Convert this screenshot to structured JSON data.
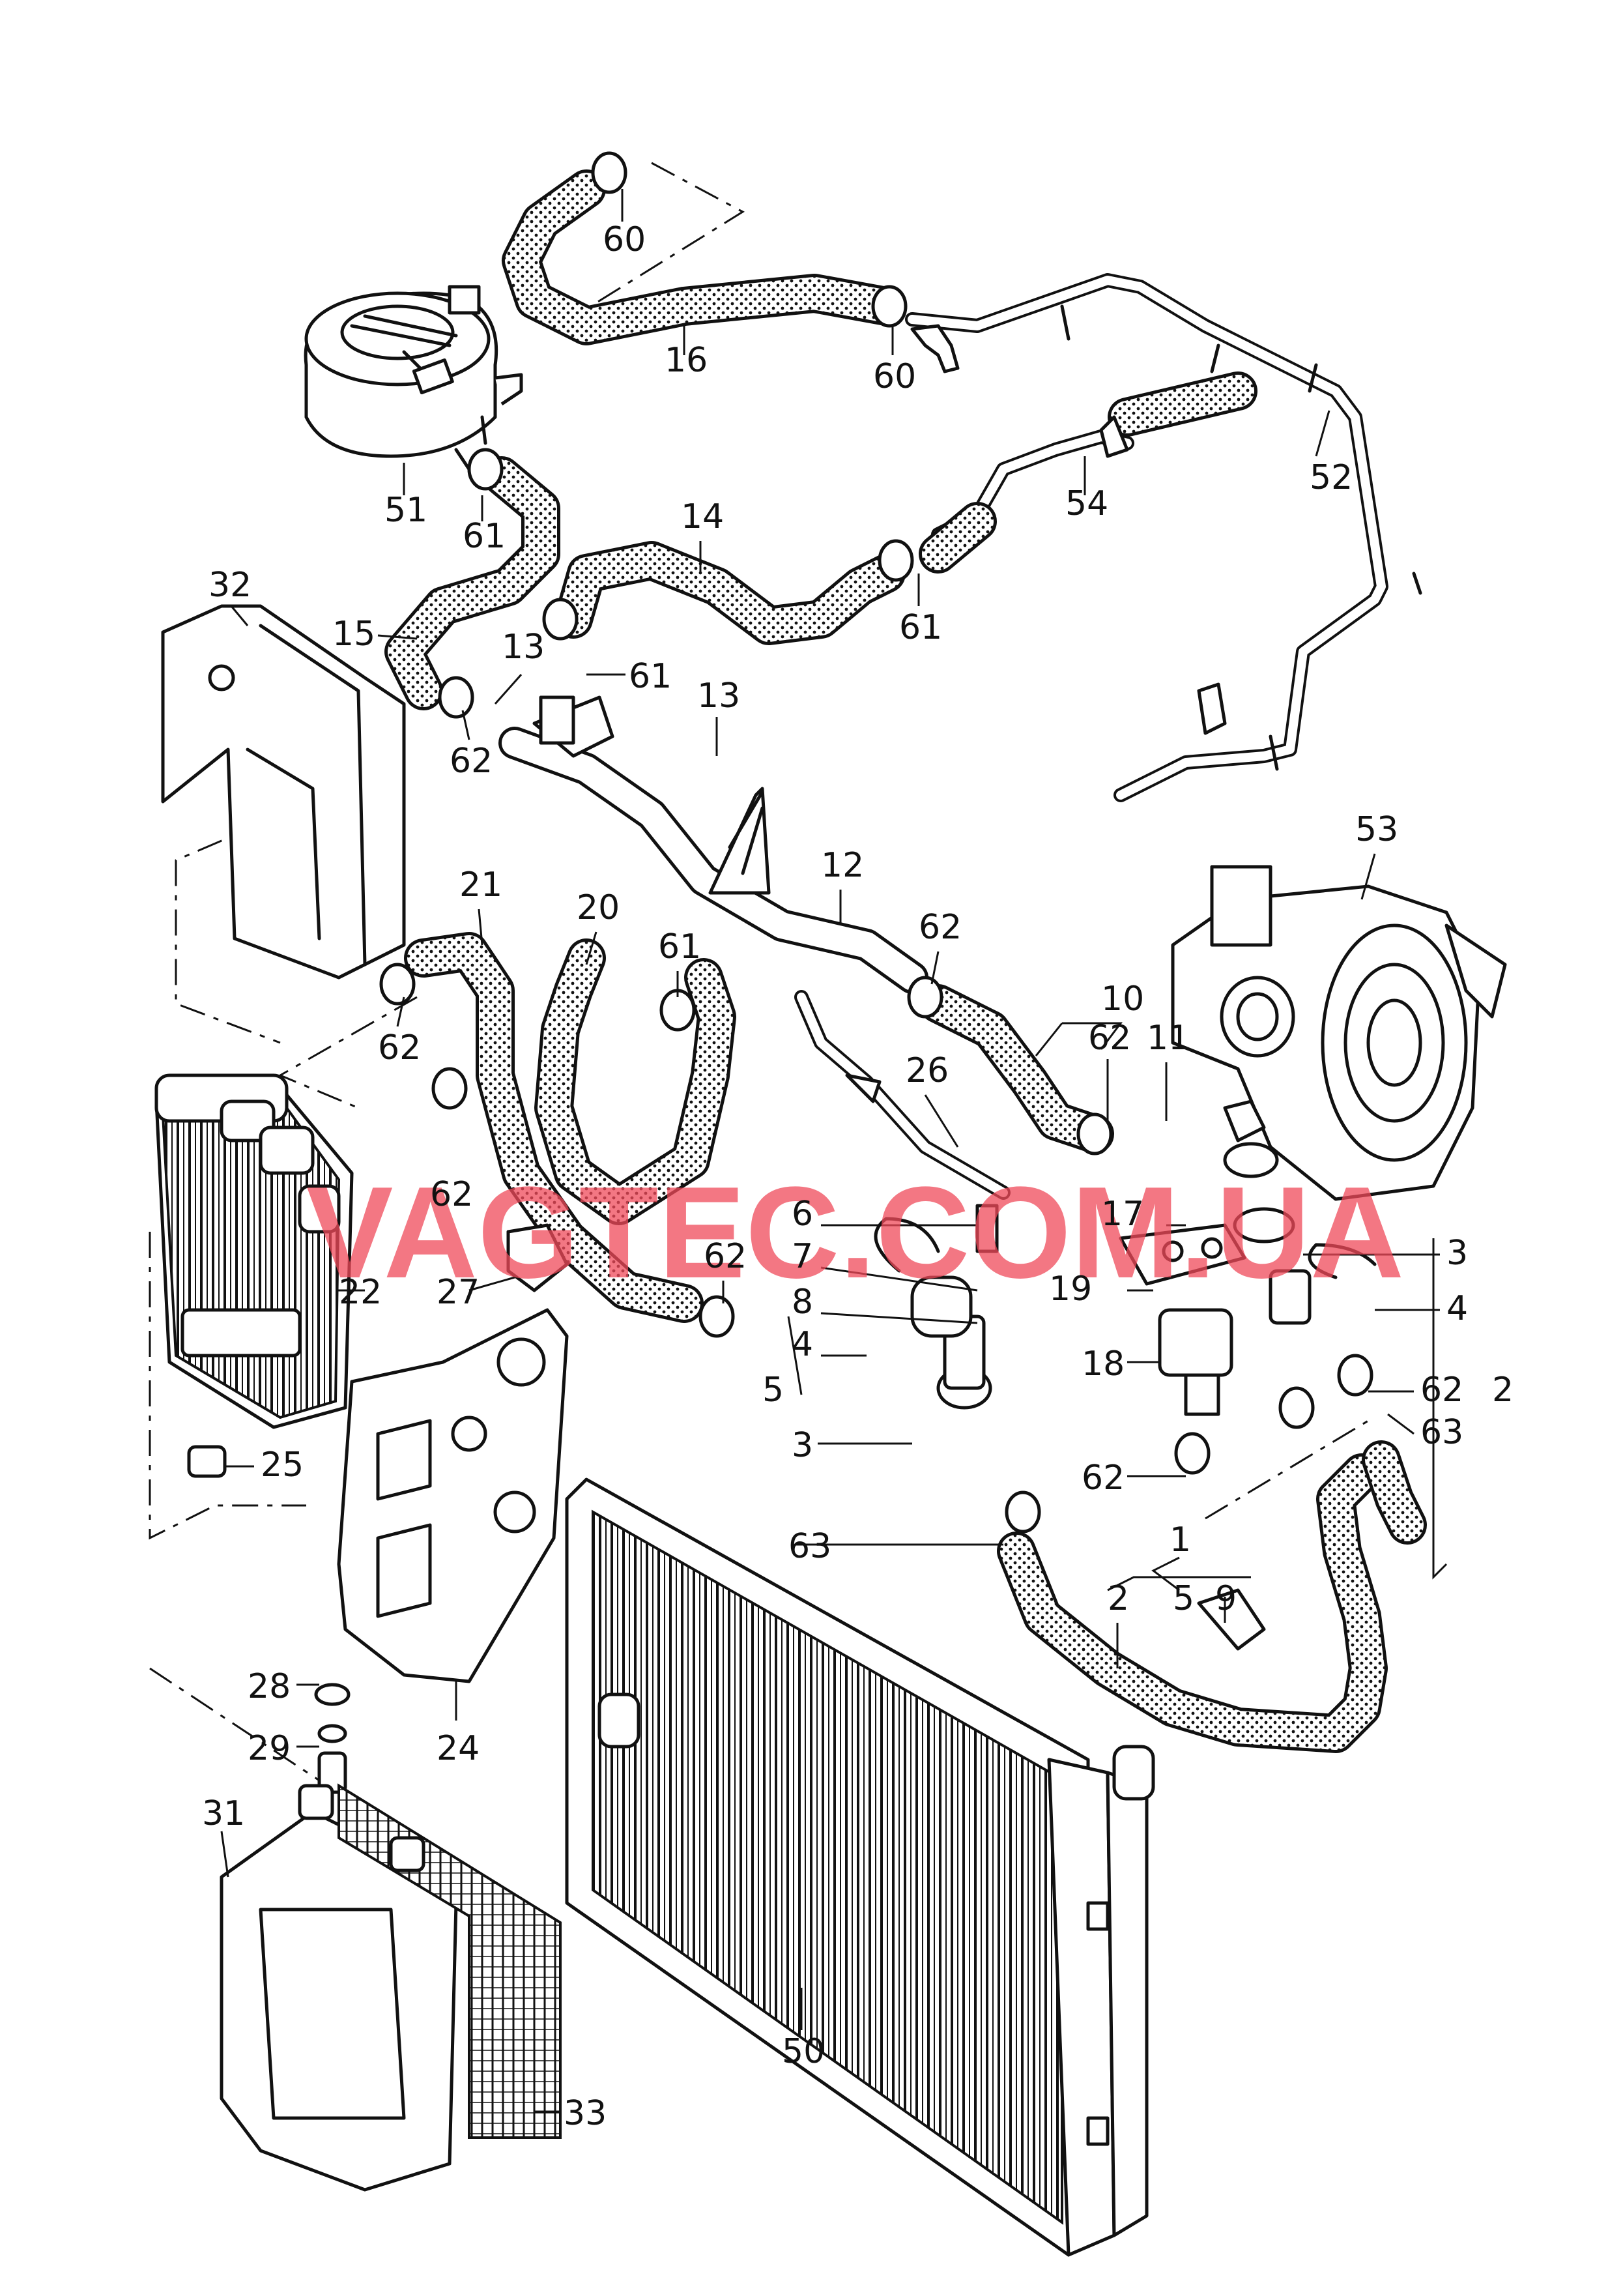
{
  "watermark": "VAGTEC.COM.UA",
  "callouts": [
    "60",
    "60",
    "16",
    "51",
    "61",
    "52",
    "54",
    "14",
    "32",
    "15",
    "13",
    "61",
    "61",
    "62",
    "13",
    "12",
    "53",
    "21",
    "20",
    "61",
    "62",
    "10",
    "62",
    "11",
    "62",
    "26",
    "62",
    "6",
    "17",
    "3",
    "22",
    "7",
    "19",
    "27",
    "62",
    "8",
    "4",
    "4",
    "18",
    "5",
    "62",
    "2",
    "63",
    "3",
    "25",
    "62",
    "63",
    "1",
    "2",
    "5",
    "9",
    "28",
    "29",
    "24",
    "31",
    "50",
    "33"
  ]
}
